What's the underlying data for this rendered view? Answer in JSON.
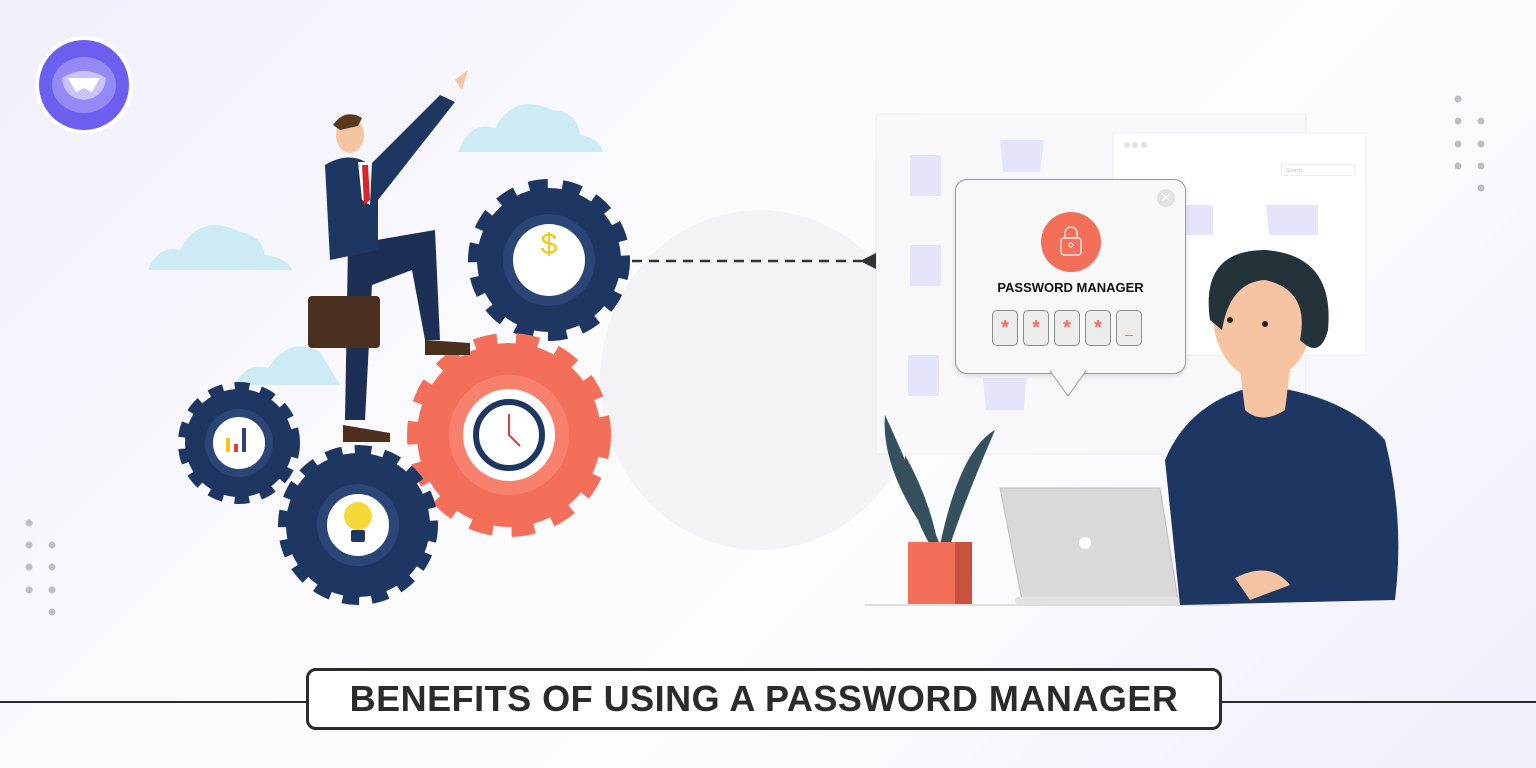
{
  "banner": {
    "title": "BENEFITS OF USING A PASSWORD MANAGER"
  },
  "popup": {
    "title": "PASSWORD MANAGER",
    "pins": [
      "*",
      "*",
      "*",
      "*",
      "_"
    ],
    "close_icon": "close-icon",
    "lock_icon": "lock-icon"
  },
  "background_window": {
    "search_placeholder": "Search..."
  },
  "gears": {
    "dollar": "$"
  },
  "colors": {
    "navy": "#1e3662",
    "coral": "#f46f5a",
    "logo": "#6e5ef0",
    "cloud": "#cdebf5"
  }
}
